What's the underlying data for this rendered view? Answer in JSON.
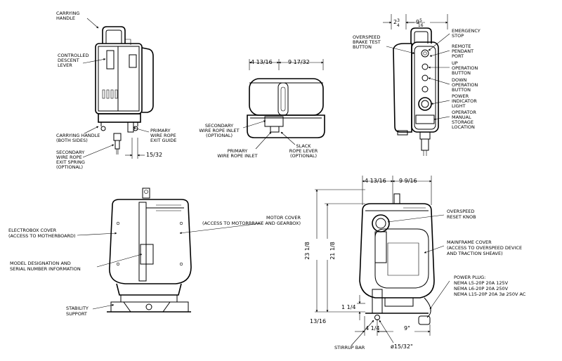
{
  "view_a": {
    "labels": {
      "carrying_handle": [
        "CARRYING",
        "HANDLE"
      ],
      "controlled_descent": [
        "CONTROLLED",
        "DESCENT",
        "LEVER"
      ],
      "carrying_handle_sides": [
        "CARRYING HANDLE",
        "(BOTH SIDES)"
      ],
      "secondary_spring": [
        "SECONDARY",
        "WIRE ROPE",
        "EXIT SPRING",
        "(OPTIONAL)"
      ],
      "primary_exit": [
        "PRIMARY",
        "WIRE ROPE",
        "EXIT GUIDE"
      ]
    },
    "dims": {
      "exit_offset": "15/32"
    }
  },
  "view_b": {
    "dims": {
      "left": "4 13/16",
      "right": "9 17/32"
    },
    "labels": {
      "secondary_inlet": [
        "SECONDARY",
        "WIRE ROPE INLET",
        "(OPTIONAL)"
      ],
      "primary_inlet": [
        "PRIMARY",
        "WIRE ROPE INLET"
      ],
      "slack_lever": [
        "SLACK",
        "ROPE LEVER",
        "(OPTIONAL)"
      ]
    }
  },
  "view_c": {
    "dims": {
      "left_whole": "2",
      "left_num": "3",
      "left_den": "4",
      "right_whole": "9",
      "right_num": "5",
      "right_den": "16"
    },
    "labels": {
      "overspeed_test": [
        "OVERSPEED",
        "BRAKE TEST",
        "BUTTON"
      ],
      "emergency_stop": [
        "EMERGENCY",
        "STOP"
      ],
      "remote_port": [
        "REMOTE",
        "PENDANT",
        "PORT"
      ],
      "up_button": [
        "UP",
        "OPERATION",
        "BUTTON"
      ],
      "down_button": [
        "DOWN",
        "OPERATION",
        "BUTTON"
      ],
      "power_light": [
        "POWER",
        "INDICATOR",
        "LIGHT"
      ],
      "manual_storage": [
        "OPERATOR",
        "MANUAL",
        "STORAGE",
        "LOCATION"
      ]
    }
  },
  "view_d": {
    "labels": {
      "electrobox": [
        "ELECTROBOX COVER",
        "(ACCESS TO MOTHERBOARD)"
      ],
      "motor_cover": [
        "MOTOR COVER",
        "(ACCESS TO MOTORBRAKE AND GEARBOX)"
      ],
      "model_designation": [
        "MODEL DESIGNATION AND",
        "SERIAL NUMBER INFORMATION"
      ],
      "stability": [
        "STABILITY",
        "SUPPORT"
      ]
    }
  },
  "view_e": {
    "dims": {
      "top_left": "4 13/16",
      "top_right": "9 9/16",
      "height_outer": "23 1/8",
      "height_inner": "21 1/8",
      "small_height": "1 1/4",
      "bottom_offset": "13/16",
      "bottom_left": "4 1/4",
      "bottom_right": "9\"",
      "hole": "ø15/32\""
    },
    "labels": {
      "overspeed_reset": [
        "OVERSPEED",
        "RESET KNOB"
      ],
      "mainframe_cover": [
        "MAINFRAME COVER",
        "(ACCESS TO OVERSPEED DEVICE",
        "AND TRACTION SHEAVE)"
      ],
      "power_plug": [
        "POWER PLUG:",
        "NEMA L5-20P 20A 125V",
        "NEMA L6-20P 20A 250V",
        "NEMA L15-20P 20A 3ø 250V AC"
      ],
      "stirrup_bar": "STIRRUP BAR"
    }
  }
}
